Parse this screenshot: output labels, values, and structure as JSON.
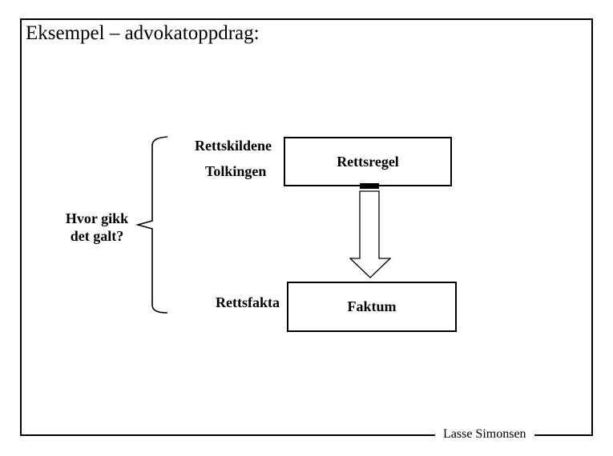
{
  "slide": {
    "title": "Eksempel – advokatoppdrag:",
    "footer": "Lasse Simonsen"
  },
  "diagram": {
    "question_line1": "Hvor gikk",
    "question_line2": "det galt?",
    "label_sources": "Rettskildene",
    "label_interpretation": "Tolkingen",
    "label_facts": "Rettsfakta",
    "box_rule": "Rettsregel",
    "box_fact": "Faktum"
  },
  "icons": {
    "brace": "left-curly-brace-shape",
    "arrow": "down-arrow-shape"
  },
  "colors": {
    "line": "#000000",
    "background": "#ffffff"
  }
}
